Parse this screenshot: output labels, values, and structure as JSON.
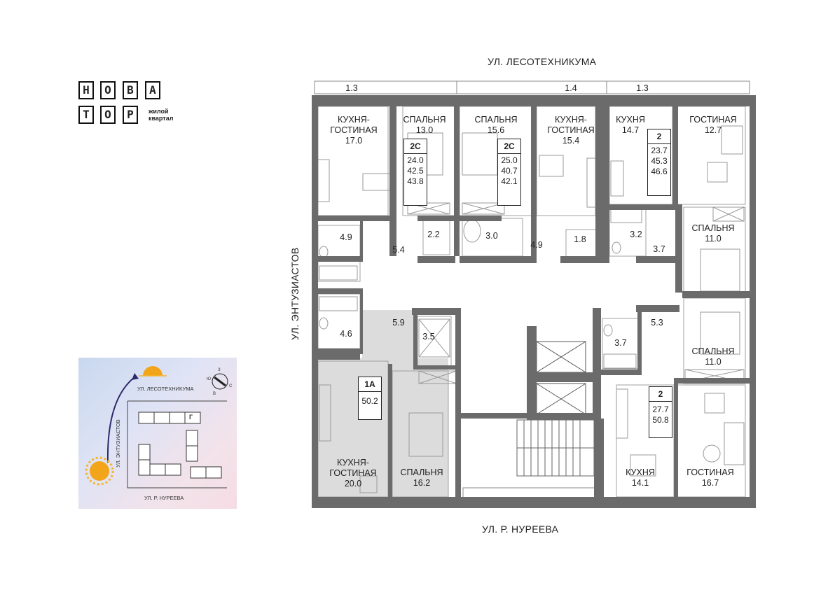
{
  "streets": {
    "north": "УЛ. ЛЕСОТЕХНИКУМА",
    "south": "УЛ. Р. НУРЕЕВА",
    "west": "УЛ. ЭНТУЗИАСТОВ"
  },
  "logo": {
    "row1": [
      "Н",
      "О",
      "В",
      "А"
    ],
    "row2": [
      "Т",
      "О",
      "Р"
    ],
    "sub_line1": "жилой",
    "sub_line2": "квартал"
  },
  "balcony_labels": [
    "1.3",
    "1.4",
    "1.3"
  ],
  "rooms": [
    {
      "name": "КУХНЯ-",
      "name2": "ГОСТИНАЯ",
      "area": "17.0"
    },
    {
      "name": "СПАЛЬНЯ",
      "area": "13.0"
    },
    {
      "name": "СПАЛЬНЯ",
      "area": "15.6"
    },
    {
      "name": "КУХНЯ-",
      "name2": "ГОСТИНАЯ",
      "area": "15.4"
    },
    {
      "name": "КУХНЯ",
      "area": "14.7"
    },
    {
      "name": "ГОСТИНАЯ",
      "area": "12.7"
    },
    {
      "name": "СПАЛЬНЯ",
      "area": "11.0"
    },
    {
      "name": "СПАЛЬНЯ",
      "area": "11.0"
    },
    {
      "name": "КУХНЯ-",
      "name2": "ГОСТИНАЯ",
      "area": "20.0"
    },
    {
      "name": "СПАЛЬНЯ",
      "area": "16.2"
    },
    {
      "name": "КУХНЯ",
      "area": "14.1"
    },
    {
      "name": "ГОСТИНАЯ",
      "area": "16.7"
    }
  ],
  "small_areas": [
    "4.9",
    "5.4",
    "2.2",
    "3.0",
    "4.9",
    "1.8",
    "3.2",
    "3.7",
    "4.6",
    "5.9",
    "3.5",
    "5.3",
    "3.7"
  ],
  "apartments": [
    {
      "type": "2С",
      "values": [
        "24.0",
        "42.5",
        "43.8"
      ]
    },
    {
      "type": "2С",
      "values": [
        "25.0",
        "40.7",
        "42.1"
      ]
    },
    {
      "type": "2",
      "values": [
        "23.7",
        "45.3",
        "46.6"
      ]
    },
    {
      "type": "1А",
      "values": [
        "50.2"
      ]
    },
    {
      "type": "2",
      "values": [
        "27.7",
        "50.8"
      ]
    }
  ],
  "minimap": {
    "street_north": "УЛ. ЛЕСОТЕХНИКУМА",
    "street_south": "УЛ. Р. НУРЕЕВА",
    "street_west": "УЛ. ЭНТУЗИАСТОВ",
    "section_label": "Г",
    "compass": [
      "З",
      "Ю",
      "С",
      "В"
    ]
  },
  "colors": {
    "wall": "#6b6b6b",
    "highlight": "#dcdcdc",
    "line": "#9a9a9a"
  }
}
